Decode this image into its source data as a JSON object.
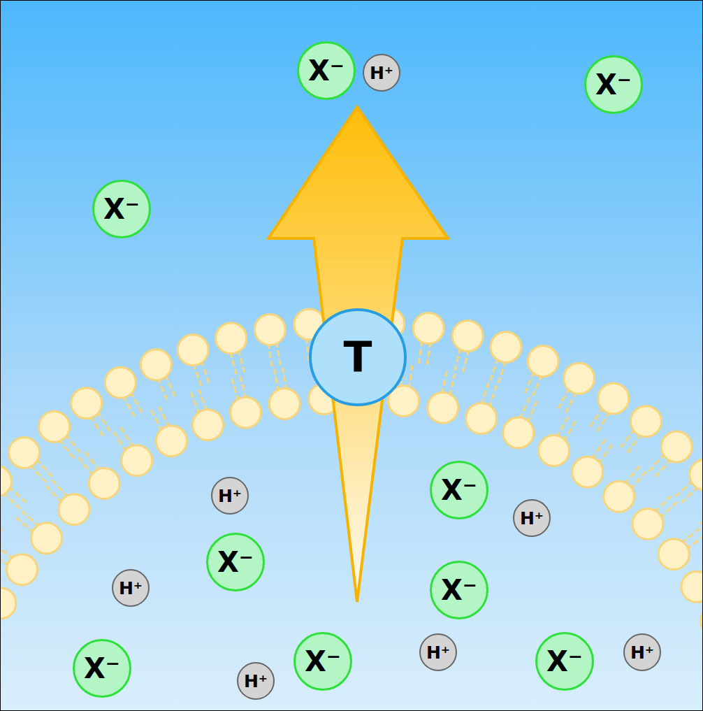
{
  "diagram": {
    "nodes": [
      {
        "text": [
          "X⁻"
        ]
      },
      {
        "text": [
          "H⁺"
        ]
      },
      {
        "text": [
          "X⁻"
        ]
      },
      {
        "text": [
          "X⁻"
        ]
      },
      {
        "text": [
          "T"
        ]
      },
      {
        "text": [
          "X⁻"
        ]
      },
      {
        "text": [
          "H⁺"
        ]
      },
      {
        "text": [
          "H⁺"
        ]
      },
      {
        "text": [
          "X⁻"
        ]
      },
      {
        "text": [
          "H⁺"
        ]
      },
      {
        "text": [
          "X⁻"
        ]
      },
      {
        "text": [
          "H⁺"
        ]
      },
      {
        "text": [
          "H⁺"
        ]
      },
      {
        "text": [
          "X⁻"
        ]
      },
      {
        "text": [
          "X⁻"
        ]
      },
      {
        "text": [
          "X⁻"
        ]
      },
      {
        "text": [
          "H⁺"
        ]
      }
    ]
  }
}
